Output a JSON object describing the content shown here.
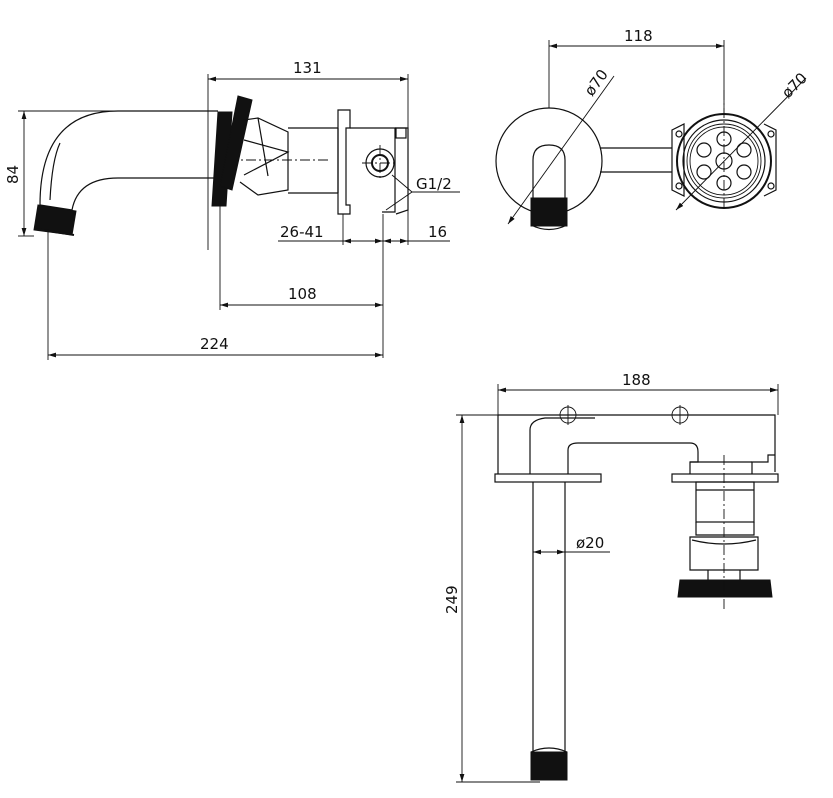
{
  "dimensions": {
    "d131": "131",
    "d84": "84",
    "d26_41": "26-41",
    "d16": "16",
    "d108": "108",
    "d224": "224",
    "thread": "G1/2",
    "d118": "118",
    "dia70_left": "ø70",
    "dia70_right": "ø70",
    "d188": "188",
    "d249": "249",
    "dia20": "ø20"
  }
}
